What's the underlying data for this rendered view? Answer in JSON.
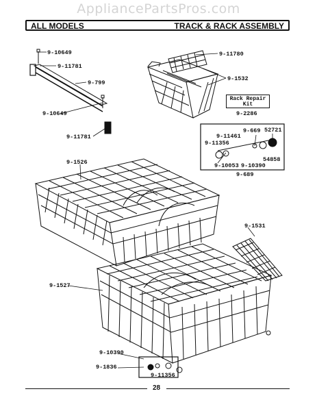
{
  "watermark": "AppliancePartsPros.com",
  "header": {
    "left": "ALL MODELS",
    "right": "TRACK & RACK ASSEMBLY"
  },
  "kit": {
    "line1": "Rack Repair",
    "line2": "Kit",
    "part": "9-2286"
  },
  "labels": {
    "p10649a": "9-10649",
    "p11781a": "9-11781",
    "p799": "9-799",
    "p10649b": "9-10649",
    "p11781b": "9-11781",
    "p11780": "9-11780",
    "p1532": "9-1532",
    "p669": "9-669",
    "p52721": "52721",
    "p11461": "9-11461",
    "p11356a": "9-11356",
    "p54858": "54858",
    "p10053": "9-10053",
    "p10390a": "9-10390",
    "p689": "9-689",
    "p1526": "9-1526",
    "p1531": "9-1531",
    "p1527": "9-1527",
    "p10390b": "9-10390",
    "p1836": "9-1836",
    "p11356b": "9-11356"
  },
  "page_number": "28"
}
